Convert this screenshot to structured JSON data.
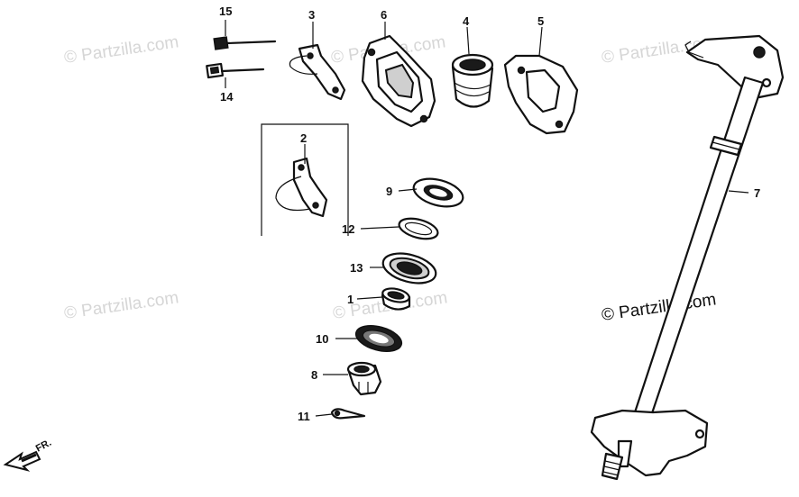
{
  "watermark": {
    "text": "© Partzilla.com",
    "prominent_text": "© Partzilla.com"
  },
  "direction_indicator": {
    "label": "FR."
  },
  "callouts": {
    "c1": "1",
    "c2": "2",
    "c3": "3",
    "c4": "4",
    "c5": "5",
    "c6": "6",
    "c7": "7",
    "c8": "8",
    "c9": "9",
    "c10": "10",
    "c11": "11",
    "c12": "12",
    "c13": "13",
    "c14": "14",
    "c15": "15"
  },
  "colors": {
    "line": "#111111",
    "background": "#ffffff",
    "watermark": "#d6d6d6"
  }
}
